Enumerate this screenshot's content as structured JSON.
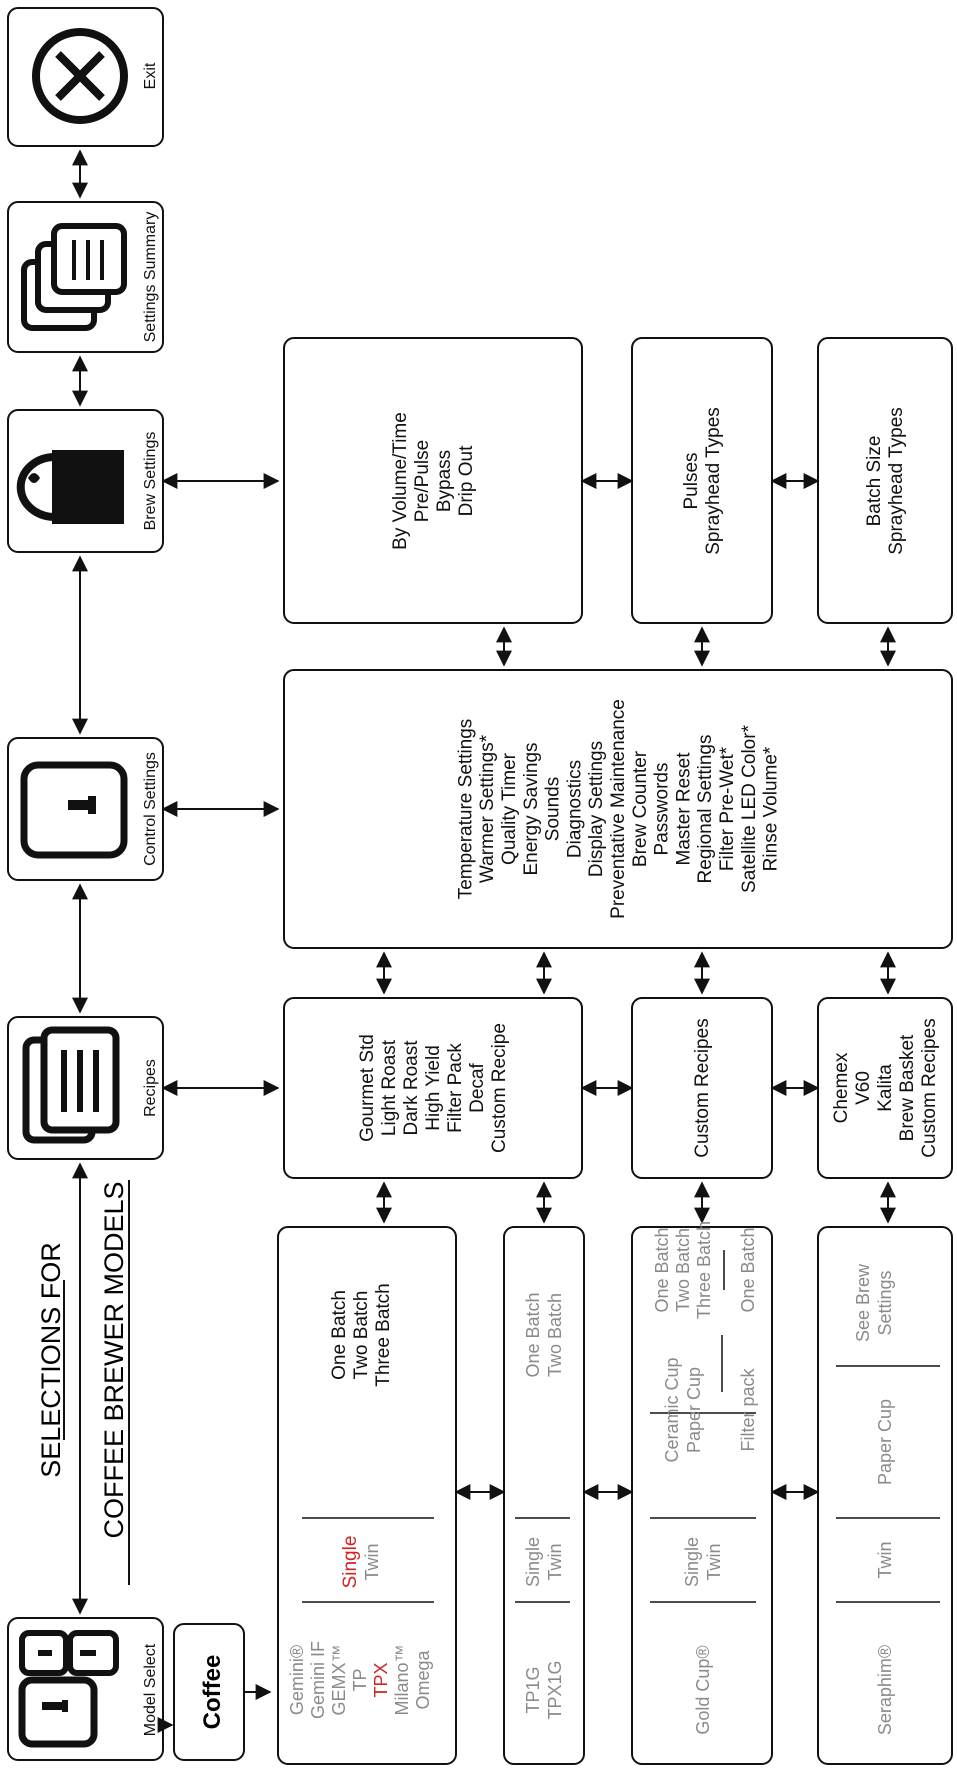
{
  "header": {
    "line1": "SELECTIONS FOR",
    "line2": "COFFEE BREWER MODELS"
  },
  "nav": {
    "model_select": "Model Select",
    "recipes": "Recipes",
    "control_settings": "Control Settings",
    "brew_settings": "Brew Settings",
    "settings_summary": "Settings Summary",
    "exit": "Exit"
  },
  "coffee_label": "Coffee",
  "models": {
    "group1": [
      "Gemini®",
      "Gemini IF",
      "GEMX™",
      "TP",
      "TPX",
      "Milano™",
      "Omega"
    ],
    "group1_highlight": "TPX",
    "group1_single": "Single",
    "group1_twin": "Twin",
    "group1_batches": [
      "One Batch",
      "Two Batch",
      "Three Batch"
    ],
    "group2": [
      "TP1G",
      "TPX1G"
    ],
    "group2_single": "Single",
    "group2_twin": "Twin",
    "group2_batches": [
      "One Batch",
      "Two Batch"
    ],
    "gold_cup": "Gold Cup®",
    "gold_single": "Single",
    "gold_twin": "Twin",
    "gold_cups": [
      "Ceramic Cup",
      "Paper Cup"
    ],
    "gold_cup_batches": [
      "One Batch",
      "Two Batch",
      "Three Batch"
    ],
    "gold_filter": "Filter pack",
    "gold_filter_batch": "One Batch",
    "seraphim": "Seraphim®",
    "seraphim_twin": "Twin",
    "seraphim_cup": "Paper Cup",
    "seraphim_see": [
      "See Brew",
      "Settings"
    ]
  },
  "recipes": {
    "standard": [
      "Gourmet Std",
      "Light Roast",
      "Dark Roast",
      "High Yield",
      "Filter Pack",
      "Decaf",
      "Custom Recipe"
    ],
    "gold_cup": [
      "Custom Recipes"
    ],
    "seraphim": [
      "Chemex",
      "V60",
      "Kalita",
      "Brew Basket",
      "Custom Recipes"
    ]
  },
  "control_settings": [
    "Temperature Settings",
    "Warmer Settings*",
    "Quality Timer",
    "Energy Savings",
    "Sounds",
    "Diagnostics",
    "Display Settings",
    "Preventative Maintenance",
    "Brew Counter",
    "Passwords",
    "Master Reset",
    "Regional Settings",
    "Filter Pre-Wet*",
    "Satellite LED Color*",
    "Rinse Volume*"
  ],
  "brew_settings": {
    "standard": [
      "By Volume/Time",
      "Pre/Pulse",
      "Bypass",
      "Drip Out"
    ],
    "gold_cup": [
      "Pulses",
      "Sprayhead Types"
    ],
    "seraphim": [
      "Batch Size",
      "Sprayhead Types"
    ]
  },
  "colors": {
    "accent_red": "#d22222",
    "muted_gray": "#8a8a8a"
  },
  "icons": [
    "brewer-icon",
    "recipe-cards-icon",
    "funnel-icon",
    "lock-drip-icon",
    "stacked-documents-icon",
    "close-circle-icon"
  ]
}
